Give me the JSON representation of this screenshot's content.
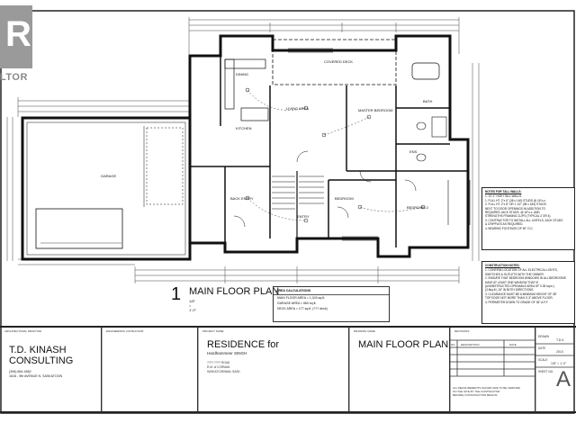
{
  "watermark": {
    "logo_text": "LTOR",
    "logo_letter": "R"
  },
  "plan": {
    "number": "1",
    "title": "MAIN FLOOR PLAN",
    "scale": "1/8\" = 1'-0\"",
    "rooms": {
      "garage": "GARAGE",
      "living": "LIVING AREA",
      "master": "MASTER BEDROOM",
      "bedroom2": "BEDROOM 2",
      "bedroom": "BEDROOM",
      "entry": "ENTRY",
      "back_entry": "BACK ENTRY",
      "deck": "COVERED DECK",
      "bath": "BATH",
      "ensuite": "ENS.",
      "kitchen": "KITCHEN",
      "dining": "DINING"
    }
  },
  "area_calc": {
    "header": "AREA CALCULATIONS",
    "rows": [
      "MAIN FLOOR AREA  =  1,343 sq.ft.",
      "GARAGE AREA  =  660 sq.ft.",
      "DECK AREA  =  177 sq.ft. (??? deck)"
    ]
  },
  "wall_notes": {
    "header": "NOTES FOR TALL WALLS:",
    "items": [
      "1. 10'-1\" HIGH TALL WALLS:",
      "1. FULL HT. 2\"x 6\" (38 x 140) STUDS @ 16\"o.c.",
      "2. FULL HT. 2\"x 8\" OR 1 1/2\" (38 x 184) STUDS",
      "   NEXT TO DOOR OPENINGS IN ADDITION TO",
      "   REQUIRED JACK STUDS. @ 16\"o.c. AND",
      "   STRENGTHS FRAMING CLIPS (TYPICAL 2 OR 4).",
      "3. CONTRACTOR TO INSTALL ALL LINTELS, JACK STUDS",
      "   & CRIPPLES AS REQUIRED.",
      "4. BEARING FOOTINGS OF 90\" O.C."
    ]
  },
  "construction_notes": {
    "header": "CONSTRUCTION NOTES:",
    "items": [
      "1. CONFIRM LOCATION OF ALL ELECTRICAL LIGHTS,",
      "   SWITCHES & OUTLETS WITH THE OWNER.",
      "2. ENSURE THAT BEDROOM WINDOWS IN ALL BEDROOMS",
      "   HAVE AT LEAST ONE WINDOW THAT IS",
      "   (UNOBSTRUCTED OPENABLE AREA OF 0.35 sq.m.)",
      "   (3.8sq.ft.) 15\" IN BOTH DIRECTIONS.",
      "3. CLEARANCE MUST BE A MINIMUM HEIGHT OF 38\"",
      "   TOP EDGE NOT MORE THAN 3'-3\" ABOVE FLOOR.",
      "4. PERIMETER DOWN TO GRADE OF 36\" A.F.F."
    ]
  },
  "title_block": {
    "designer_label": "ARCHITECTURAL DRAFTING",
    "designer_name_1": "T.D. KINASH",
    "designer_name_2": "CONSULTING",
    "designer_phone": "(306) 664-4562",
    "designer_address": "1616 - 9th AVENUE N.  SASKATOON",
    "engineer_label": "ENGINEERING CONSULTANT",
    "project_label": "PROJECT NAME",
    "project_name": "RESIDENCE for",
    "project_owner": "Hardhammeer SINGH",
    "project_lines": [
      "???? ???? ROAD",
      "R.M. of CORMAN",
      "SASKATCHEWAN, SASK."
    ],
    "drawing_label": "DRAWING NAME",
    "drawing_name": "MAIN FLOOR PLAN",
    "revisions_label": "REVISIONS",
    "rev_cols": [
      "NO.",
      "DESCRIPTION",
      "DATE"
    ],
    "disclaimer": [
      "ALL MEASUREMENTS SHOWN ARE TO BE VERIFIED",
      "ON THE SITE BY THE CONTRACTOR",
      "BEFORE CONSTRUCTION BEGINS"
    ],
    "sheet_labels": [
      "DRAWN",
      "DATE",
      "SCALE",
      "SHEET NO."
    ],
    "sheet_values": [
      "T.D.K.",
      "2010",
      "1/8\" = 1'-0\"",
      ""
    ],
    "sheet_number": "A"
  }
}
